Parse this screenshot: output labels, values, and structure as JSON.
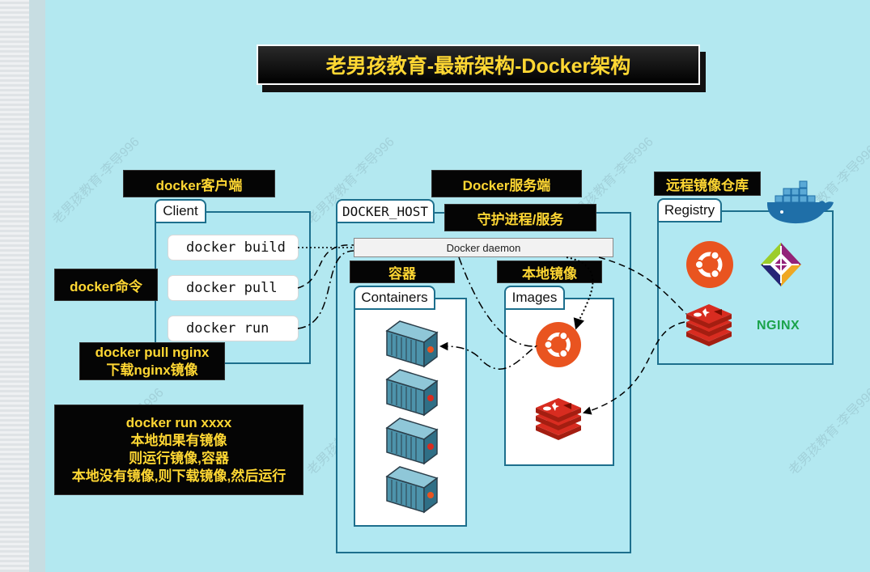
{
  "title": "老男孩教育-最新架构-Docker架构",
  "labels": {
    "client_section": "docker客户端",
    "server_section": "Docker服务端",
    "registry_section": "远程镜像仓库",
    "daemon_service": "守护进程/服务",
    "containers_cn": "容器",
    "images_cn": "本地镜像",
    "docker_cmd": "docker命令"
  },
  "client": {
    "tab": "Client",
    "commands": [
      "docker build",
      "docker pull",
      "docker run"
    ]
  },
  "host": {
    "tab": "DOCKER_HOST",
    "daemon": "Docker daemon",
    "containers_tab": "Containers",
    "images_tab": "Images"
  },
  "registry": {
    "tab": "Registry",
    "nginx_text": "NGINX"
  },
  "notes": {
    "pull": [
      "docker pull nginx",
      "下载nginx镜像"
    ],
    "run": [
      "docker run xxxx",
      "本地如果有镜像",
      "则运行镜像,容器",
      "本地没有镜像,则下载镜像,然后运行"
    ]
  },
  "watermark": "老男孩教育-李导996",
  "colors": {
    "background": "#b3e8f0",
    "label_bg": "#050505",
    "label_text": "#ffd733",
    "border": "#1d6f8d",
    "ubuntu": "#e95420",
    "redis": "#d82c20",
    "nginx": "#1aa34a"
  },
  "icons": [
    "docker-whale-icon",
    "ubuntu-icon",
    "centos-icon",
    "redis-icon",
    "nginx-icon",
    "container-icon"
  ]
}
